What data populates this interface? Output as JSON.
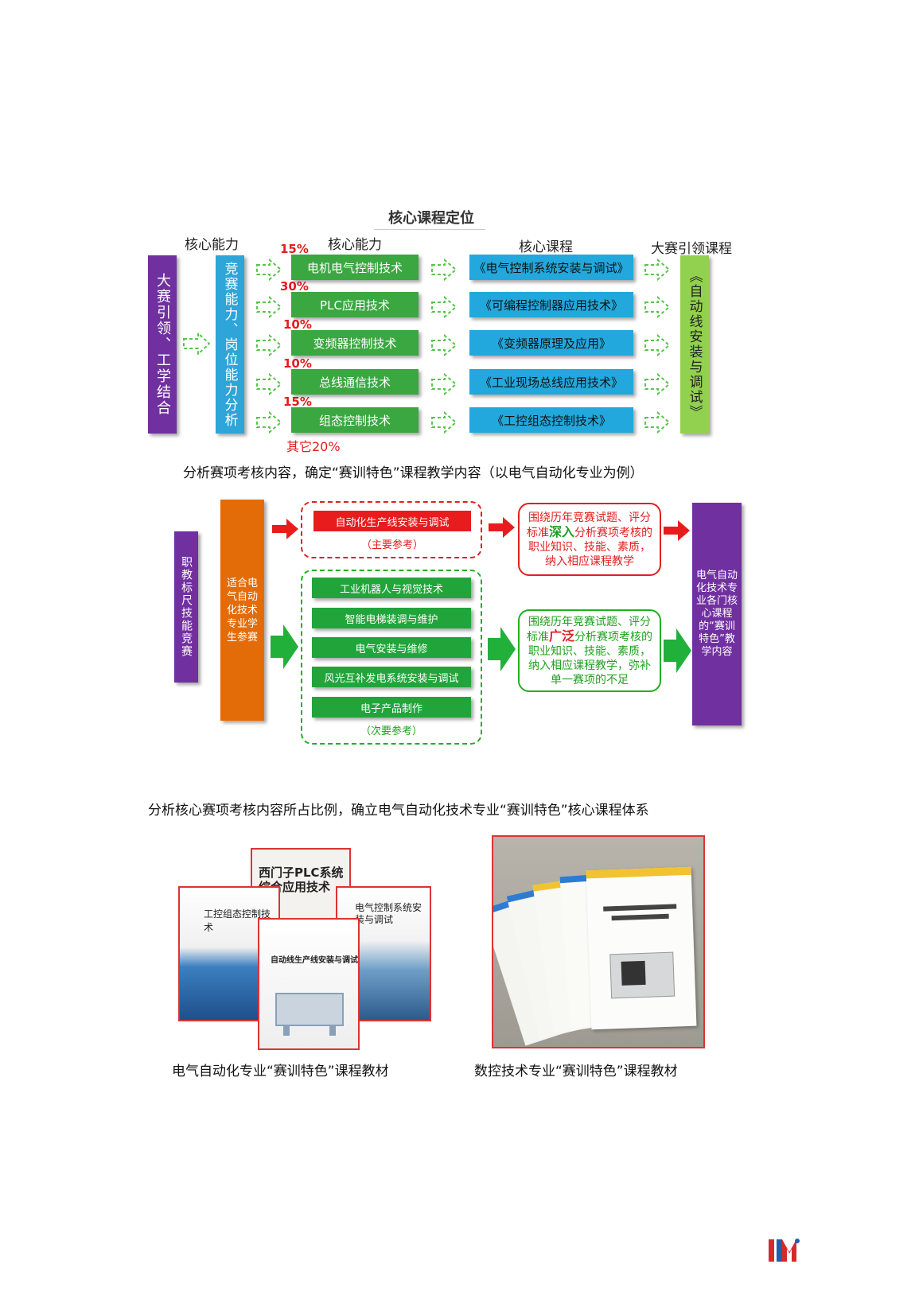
{
  "diagram1": {
    "title": "核心课程定位",
    "headers": [
      "核心能力",
      "核心能力",
      "核心课程",
      "大赛引领课程"
    ],
    "left_box": "大赛引领、工学结合",
    "analysis_box": "竞赛能力、岗位能力分析",
    "rows": [
      {
        "percent": "15%",
        "ability": "电机电气控制技术",
        "course": "《电气控制系统安装与调试》"
      },
      {
        "percent": "30%",
        "ability": "PLC应用技术",
        "course": "《可编程控制器应用技术》"
      },
      {
        "percent": "10%",
        "ability": "变频器控制技术",
        "course": "《变频器原理及应用》"
      },
      {
        "percent": "10%",
        "ability": "总线通信技术",
        "course": "《工业现场总线应用技术》"
      },
      {
        "percent": "15%",
        "ability": "组态控制技术",
        "course": "《工控组态控制技术》"
      }
    ],
    "other": "其它20%",
    "final_box": "《自动线安装与调试》",
    "caption": "分析赛项考核内容，确定“赛训特色”课程教学内容（以电气自动化专业为例）"
  },
  "diagram2": {
    "left_box": "职教标尺技能竞赛",
    "orange_box": "适合电气自动化技术专业学生参赛",
    "main_item": "自动化生产线安装与调试",
    "main_label": "（主要参考）",
    "secondary_items": [
      "工业机器人与视觉技术",
      "智能电梯装调与维护",
      "电气安装与维修",
      "风光互补发电系统安装与调试",
      "电子产品制作"
    ],
    "secondary_label": "（次要参考）",
    "red_box": {
      "pre": "围绕历年竞赛试题、评分标准",
      "emph": "深入",
      "post": "分析赛项考核的职业知识、技能、素质，纳入相应课程教学"
    },
    "green_box": {
      "pre": "围绕历年竞赛试题、评分标准",
      "emph": "广泛",
      "post": "分析赛项考核的职业知识、技能、素质，纳入相应课程教学，弥补单一赛项的不足"
    },
    "right_box": "电气自动化技术专业各门核心课程的“赛训特色”教学内容"
  },
  "caption2": "分析核心赛项考核内容所占比例，确立电气自动化技术专业“赛训特色”核心课程体系",
  "photo_left": {
    "books": [
      "西门子PLC系统综合应用技术",
      "工控组态控制技术",
      "电气控制系统安装与调试",
      "自动线生产线安装与调试"
    ],
    "caption": "电气自动化专业“赛训特色”课程教材"
  },
  "photo_right": {
    "caption": "数控技术专业“赛训特色”课程教材"
  },
  "colors": {
    "purple": "#7030a0",
    "blue": "#22a8dc",
    "green": "#3aa740",
    "red": "#e81c1c",
    "orange": "#e36c09",
    "light_green": "#92d050"
  }
}
